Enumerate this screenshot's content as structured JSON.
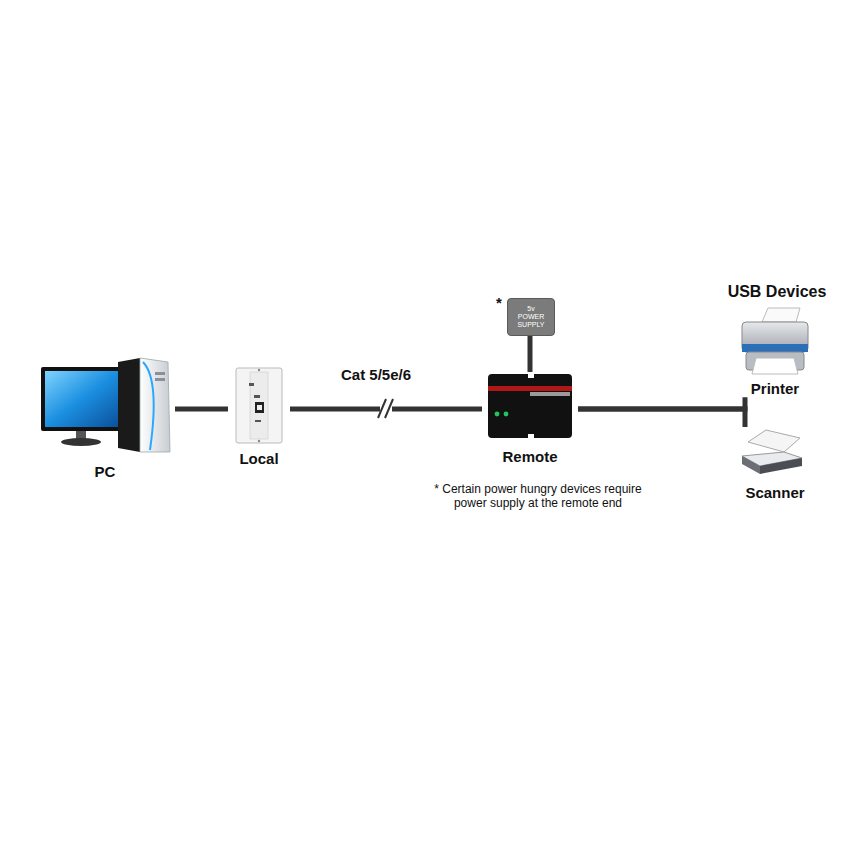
{
  "diagram": {
    "nodes": [
      {
        "text": [
          "PC"
        ]
      },
      {
        "text": [
          "Local"
        ]
      },
      {
        "text": [
          "5v POWER SUPPLY"
        ]
      },
      {
        "text": [
          "Remote"
        ]
      },
      {
        "text": [
          "Printer"
        ]
      },
      {
        "text": [
          "Scanner"
        ]
      }
    ],
    "edges": [
      {
        "from": 0,
        "to": 1,
        "arrow": "none"
      },
      {
        "from": 1,
        "to": 3,
        "label": "Cat 5/5e/6",
        "arrow": "none"
      },
      {
        "from": 2,
        "to": 3,
        "arrow": "none"
      },
      {
        "from": 3,
        "to": 4,
        "arrow": "none"
      },
      {
        "from": 3,
        "to": 5,
        "arrow": "none"
      }
    ],
    "labels": [
      "USB Devices",
      "*",
      "* Certain power hungry devices require power supply at the remote end"
    ]
  }
}
